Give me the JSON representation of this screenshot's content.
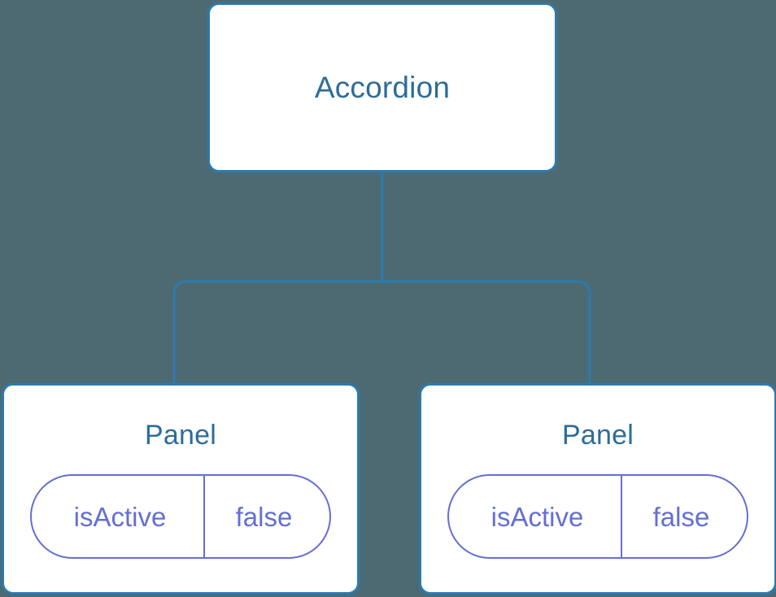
{
  "diagram": {
    "type": "component-tree",
    "background_color": "#4d6a73",
    "node_border_color": "#2d7aad",
    "node_fill_color": "#ffffff",
    "node_title_color": "#2c6d99",
    "prop_color": "#646fd4",
    "connector_color": "#2d7aad"
  },
  "root": {
    "title": "Accordion"
  },
  "children": [
    {
      "title": "Panel",
      "prop": {
        "key": "isActive",
        "value": "false"
      }
    },
    {
      "title": "Panel",
      "prop": {
        "key": "isActive",
        "value": "false"
      }
    }
  ]
}
